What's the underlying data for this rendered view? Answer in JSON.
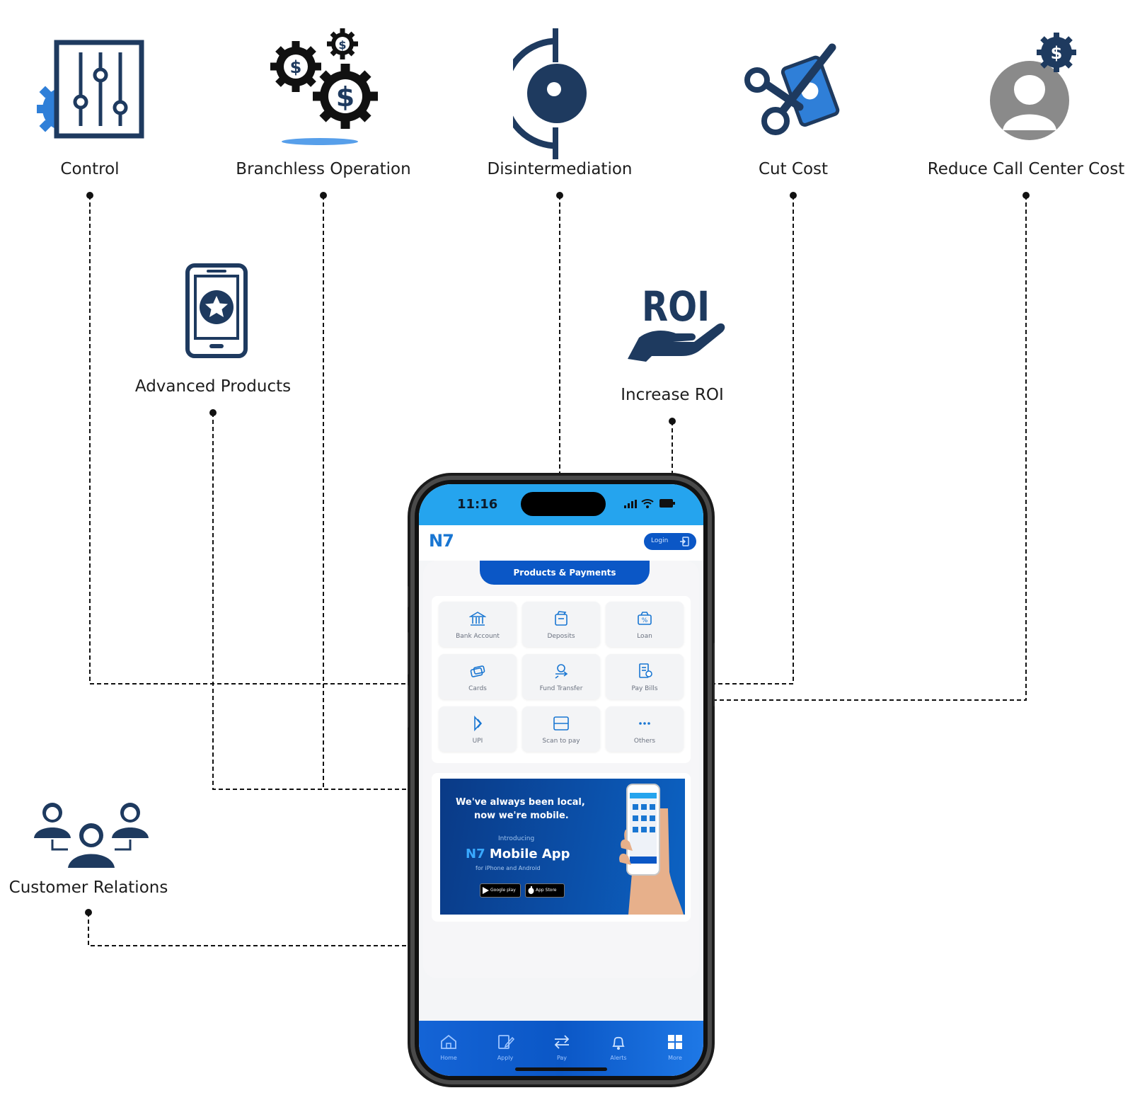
{
  "nodes": [
    {
      "id": "control",
      "label": "Control",
      "icon": "sliders-gear-icon"
    },
    {
      "id": "branchless",
      "label": "Branchless Operation",
      "icon": "dollar-gears-icon"
    },
    {
      "id": "disintermediation",
      "label": "Disintermediation",
      "icon": "eye-bracket-icon"
    },
    {
      "id": "cut-cost",
      "label": "Cut Cost",
      "icon": "scissors-money-icon"
    },
    {
      "id": "call-center",
      "label": "Reduce Call Center Cost",
      "icon": "headset-agent-dollar-icon"
    },
    {
      "id": "advanced-products",
      "label": "Advanced Products",
      "icon": "phone-star-icon"
    },
    {
      "id": "roi",
      "label": "Increase ROI",
      "icon": "roi-hand-icon",
      "icon_text": "ROI"
    },
    {
      "id": "customer-relations",
      "label": "Customer Relations",
      "icon": "people-network-icon"
    }
  ],
  "phone": {
    "time": "11:16",
    "brand": "N7",
    "login_label": "Login",
    "section_title": "Products & Payments",
    "tiles": [
      {
        "label": "Bank Account",
        "icon": "bank-icon"
      },
      {
        "label": "Deposits",
        "icon": "deposits-icon"
      },
      {
        "label": "Loan",
        "icon": "loan-icon"
      },
      {
        "label": "Cards",
        "icon": "cards-icon"
      },
      {
        "label": "Fund Transfer",
        "icon": "fund-transfer-icon"
      },
      {
        "label": "Pay Bills",
        "icon": "pay-bills-icon"
      },
      {
        "label": "UPI",
        "icon": "upi-icon"
      },
      {
        "label": "Scan to pay",
        "icon": "scan-icon"
      },
      {
        "label": "Others",
        "icon": "more-dots-icon"
      }
    ],
    "banner": {
      "line1": "We've always been local,",
      "line2": "now we're mobile.",
      "intro": "Introducing",
      "brand": "N7",
      "product": "Mobile App",
      "platforms": "for iPhone and Android",
      "google_play": "Google play",
      "app_store": "App Store"
    },
    "nav": [
      {
        "label": "Home",
        "icon": "home-icon"
      },
      {
        "label": "Apply",
        "icon": "apply-icon"
      },
      {
        "label": "Pay",
        "icon": "transfer-arrows-icon"
      },
      {
        "label": "Alerts",
        "icon": "bell-icon"
      },
      {
        "label": "More",
        "icon": "grid-icon"
      }
    ]
  },
  "colors": {
    "navy": "#1e3a5f",
    "accent_blue": "#1976d2",
    "app_blue": "#0b57c6",
    "sky": "#25a4ee",
    "gray": "#8a8a8a"
  }
}
